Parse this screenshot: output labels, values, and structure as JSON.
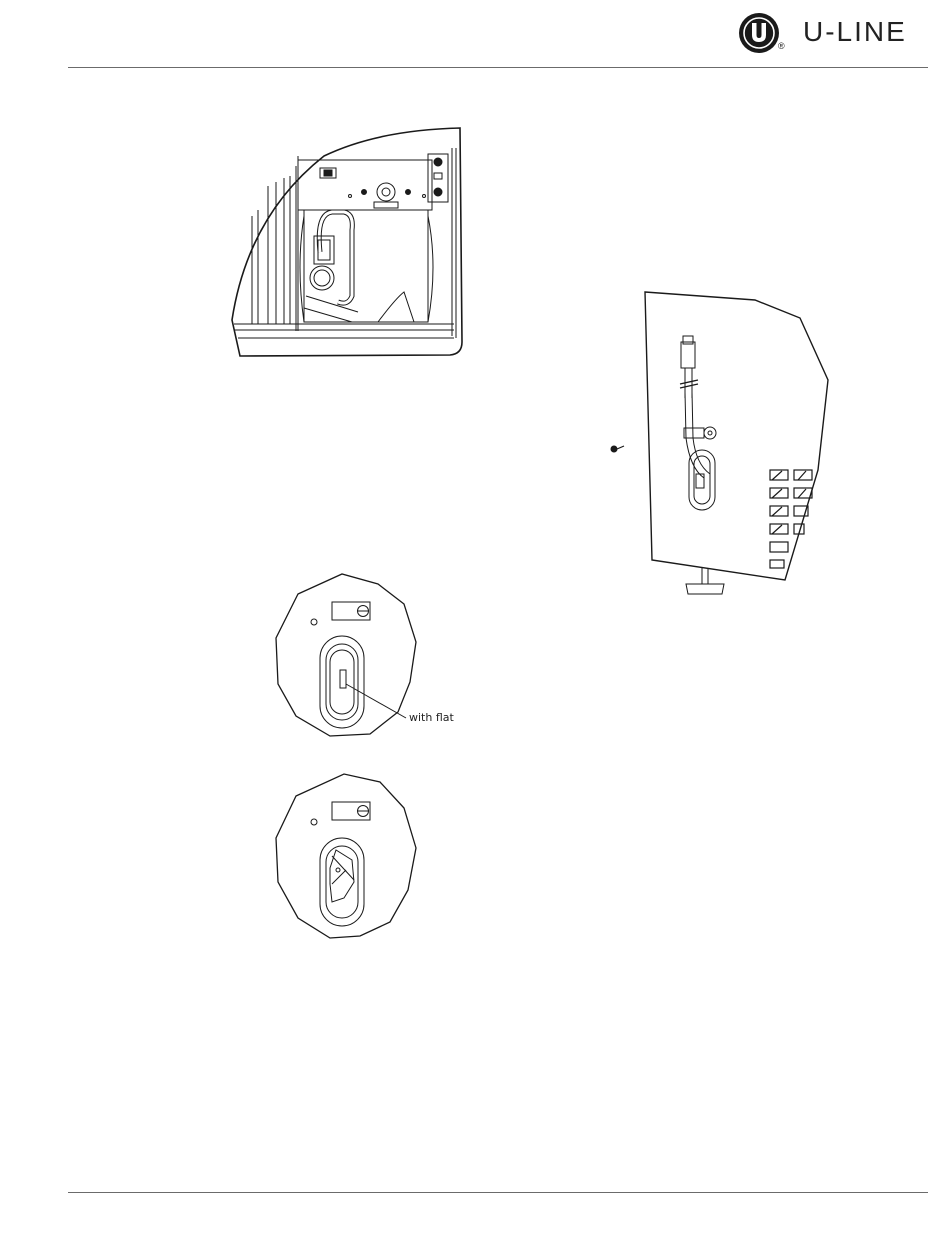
{
  "brand": {
    "name": "U-LINE",
    "registered_mark": "®"
  },
  "figures": {
    "cutaway": {
      "icon": "appliance-cutaway-drawing"
    },
    "side_panel": {
      "icon": "side-panel-drain-hose-drawing"
    },
    "drain_detail_flat": {
      "icon": "drain-fitting-with-flat-drawing",
      "callout": "with flat"
    },
    "drain_detail_rotated": {
      "icon": "drain-fitting-rotated-drawing"
    }
  }
}
